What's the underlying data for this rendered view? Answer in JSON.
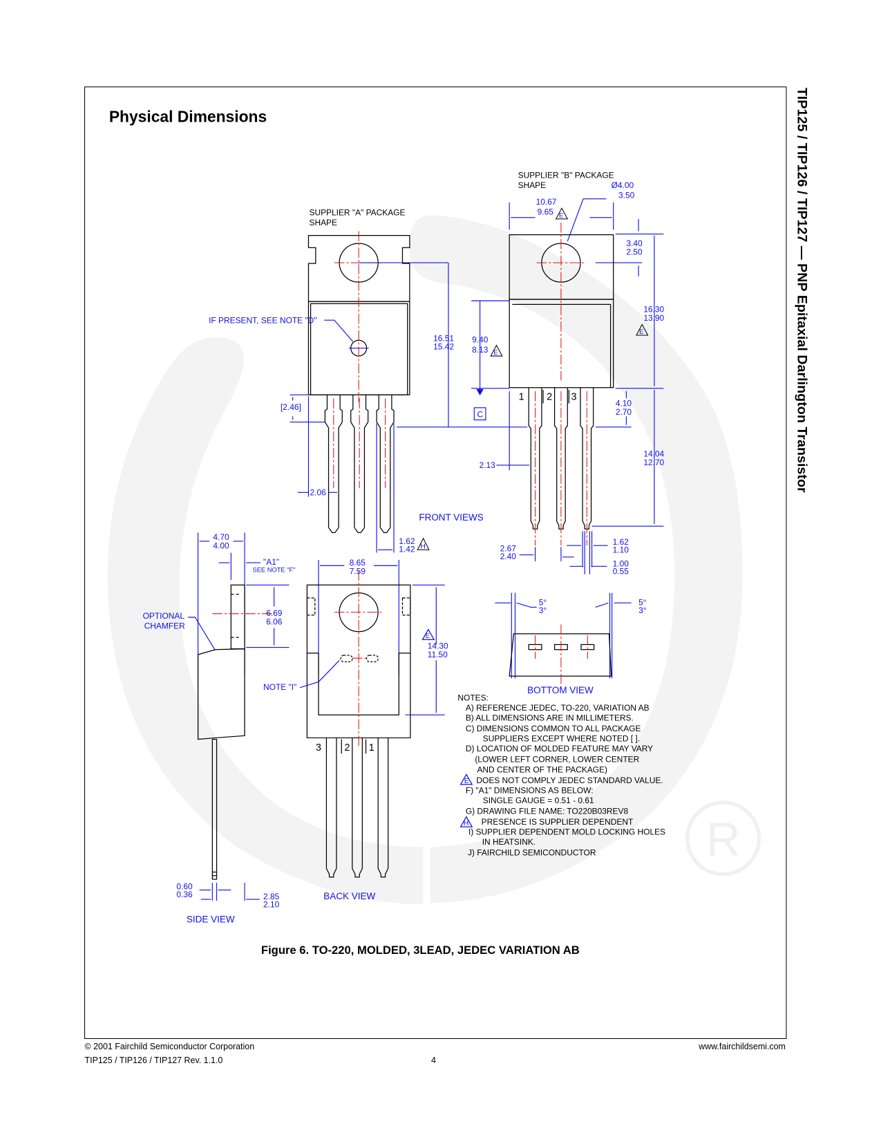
{
  "page": {
    "heading": "Physical Dimensions",
    "side_title": "TIP125 / TIP126 / TIP127 — PNP Epitaxial Darlington Transistor",
    "figure_caption": "Figure 6. TO-220, MOLDED, 3LEAD, JEDEC VARIATION AB"
  },
  "footer": {
    "copyright": "© 2001 Fairchild Semiconductor Corporation",
    "revision": "TIP125 / TIP126 / TIP127 Rev. 1.1.0",
    "page_number": "4",
    "website": "www.fairchildsemi.com"
  },
  "drawing": {
    "supplier_a": [
      "SUPPLIER \"A\" PACKAGE",
      "SHAPE"
    ],
    "supplier_b": [
      "SUPPLIER \"B\" PACKAGE",
      "SHAPE"
    ],
    "note_d_label": "IF PRESENT, SEE NOTE \"D\"",
    "note_i_label": "NOTE \"I\"",
    "optional_chamfer": [
      "OPTIONAL",
      "CHAMFER"
    ],
    "a1_label": "\"A1\"",
    "a1_see_note": "SEE NOTE \"F\"",
    "datum_c": "C",
    "ref_dim": "[2.46]",
    "views": {
      "front": "FRONT VIEWS",
      "back": "BACK VIEW",
      "side": "SIDE VIEW",
      "bottom": "BOTTOM VIEW"
    },
    "pins_front": [
      "1",
      "2",
      "3"
    ],
    "pins_back": [
      "3",
      "2",
      "1"
    ],
    "flag_e": "E",
    "flag_h": "H",
    "dimensions": {
      "width_b": [
        "10.67",
        "9.65"
      ],
      "hole_dia": [
        "Ø4.00",
        "3.50"
      ],
      "tab_hole": [
        "3.40",
        "2.50"
      ],
      "overall_body": [
        "16.30",
        "13.90"
      ],
      "body_to_c": [
        "16.51",
        "15.42"
      ],
      "body_lower": [
        "9.40",
        "8.13"
      ],
      "lead_shoulder": [
        "4.10",
        "2.70"
      ],
      "lead_length": [
        "14.04",
        "12.70"
      ],
      "lead_offset_213": "2.13",
      "lead_offset_206": "2.06",
      "lead_width_h": [
        "1.62",
        "1.42"
      ],
      "pitch": [
        "2.67",
        "2.40"
      ],
      "lead_width": [
        "1.62",
        "1.10"
      ],
      "lead_thin": [
        "1.00",
        "0.55"
      ],
      "thickness": [
        "4.70",
        "4.00"
      ],
      "tab_height_side": [
        "6.69",
        "6.06"
      ],
      "back_width": [
        "8.65",
        "7.59"
      ],
      "back_height": [
        "14.30",
        "11.50"
      ],
      "lead_thickness": [
        "0.60",
        "0.36"
      ],
      "lead_offset_side": [
        "2.85",
        "2.10"
      ],
      "draft_angle": [
        "5°",
        "3°"
      ]
    },
    "notes_title": "NOTES:",
    "notes": [
      "A)  REFERENCE JEDEC, TO-220, VARIATION AB",
      "B)  ALL DIMENSIONS ARE IN MILLIMETERS.",
      "C)  DIMENSIONS COMMON TO ALL PACKAGE",
      "SUPPLIERS EXCEPT WHERE NOTED [   ].",
      "D)  LOCATION OF MOLDED FEATURE MAY VARY",
      "(LOWER LEFT CORNER, LOWER CENTER",
      "AND CENTER OF THE PACKAGE)",
      "DOES NOT COMPLY JEDEC STANDARD VALUE.",
      "F) \"A1\" DIMENSIONS AS BELOW:",
      "SINGLE GAUGE = 0.51 - 0.61",
      "G)  DRAWING FILE NAME: TO220B03REV8",
      "PRESENCE IS SUPPLIER DEPENDENT",
      "I)   SUPPLIER DEPENDENT MOLD LOCKING HOLES",
      "IN HEATSINK.",
      "J)  FAIRCHILD SEMICONDUCTOR"
    ]
  }
}
